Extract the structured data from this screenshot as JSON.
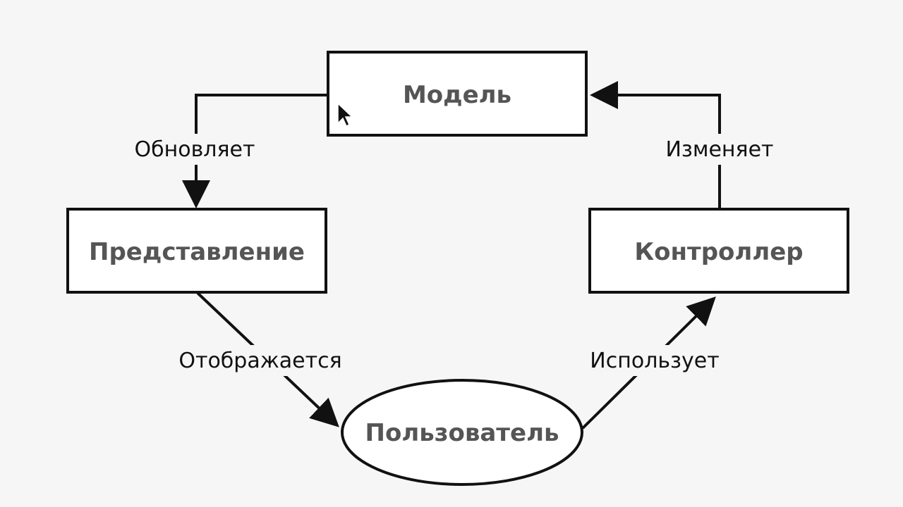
{
  "diagram": {
    "nodes": {
      "model": "Модель",
      "view": "Представление",
      "controller": "Контроллер",
      "user": "Пользователь"
    },
    "edges": {
      "updates": "Обновляет",
      "displayed": "Отображается",
      "uses": "Использует",
      "changes": "Изменяет"
    }
  }
}
